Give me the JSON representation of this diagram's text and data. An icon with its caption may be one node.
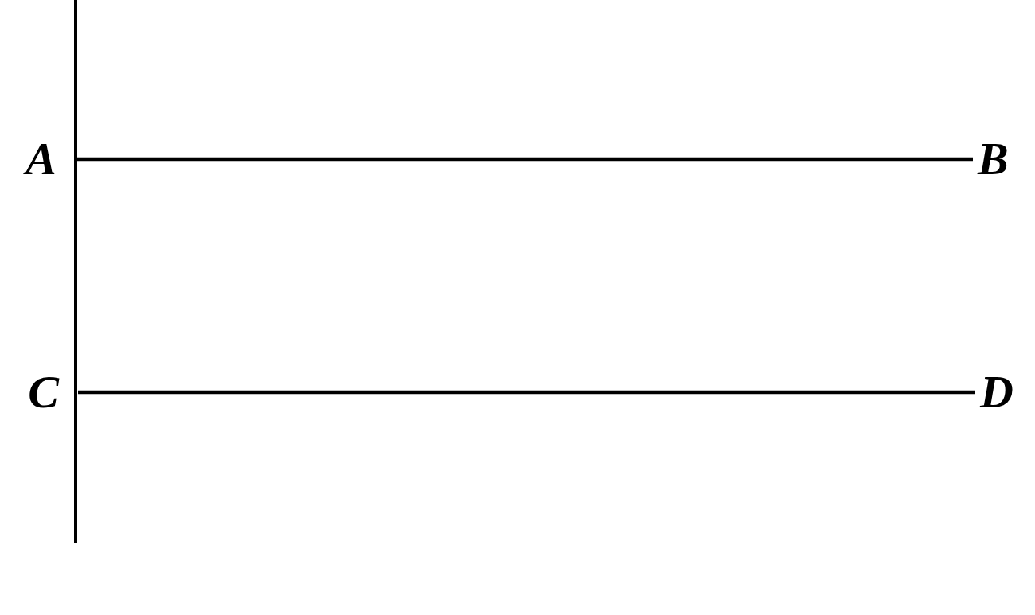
{
  "diagram": {
    "nodes": [
      {
        "text": [
          "A"
        ]
      },
      {
        "text": [
          "B"
        ]
      },
      {
        "text": [
          "C"
        ]
      },
      {
        "text": [
          "D"
        ]
      }
    ],
    "edges": [
      {
        "from": 0,
        "to": 1,
        "arrow": "none"
      },
      {
        "from": 2,
        "to": 3,
        "arrow": "none"
      }
    ]
  }
}
